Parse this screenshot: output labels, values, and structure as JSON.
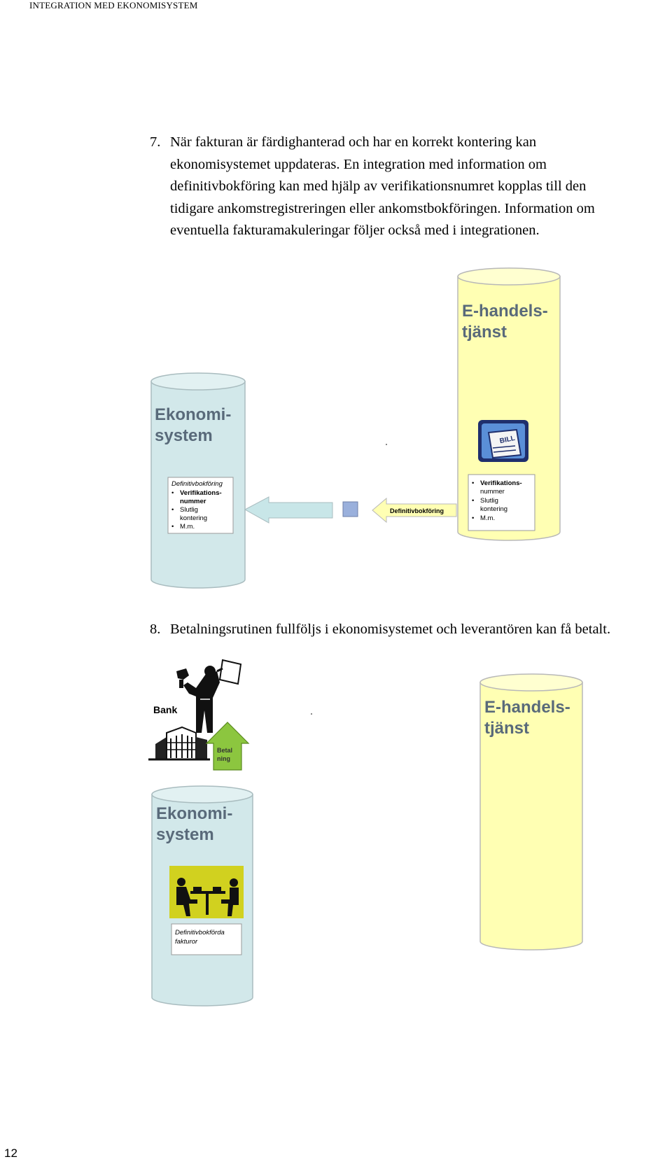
{
  "header": {
    "running_title": "INTEGRATION MED EKONOMISYSTEM"
  },
  "step7": {
    "number": "7.",
    "lines": [
      "När fakturan är färdighanterad och har en korrekt kontering kan",
      "ekonomisystemet uppdateras. En integration med information om",
      "definitivbokföring kan med hjälp av verifikationsnumret kopplas till den",
      "tidigare ankomstregistreringen eller ankomstbokföringen. Information om",
      "eventuella fakturamakuleringar följer också med i integrationen."
    ]
  },
  "diagram1": {
    "ehandel_line1": "E-handels-",
    "ehandel_line2": "tjänst",
    "ekonomi_line1": "Ekonomi-",
    "ekonomi_line2": "system",
    "bill_label": "BILL",
    "left_box": {
      "title": "Definitivbokföring",
      "items": [
        [
          "Verifikations-",
          "nummer"
        ],
        [
          "Slutlig",
          "kontering"
        ],
        [
          "M.m."
        ]
      ]
    },
    "right_box": {
      "items": [
        [
          "Verifikations-",
          "nummer"
        ],
        [
          "Slutlig",
          "kontering"
        ],
        [
          "M.m."
        ]
      ]
    },
    "arrow_label": "Definitivbokföring",
    "colors": {
      "ehandel": "#ffffb3",
      "ekonomi": "#d2e8ea",
      "arrow": "#c8e6e8",
      "square": "#9ab0dc"
    }
  },
  "step8": {
    "number": "8.",
    "text": "Betalningsrutinen fullföljs i ekonomisystemet och leverantören kan få betalt."
  },
  "diagram2": {
    "ehandel_line1": "E-handels-",
    "ehandel_line2": "tjänst",
    "ekonomi_line1": "Ekonomi-",
    "ekonomi_line2": "system",
    "bank_label": "Bank",
    "arrow_line1": "Betal",
    "arrow_line2": "ning",
    "box_line1": "Definitivbokförda",
    "box_line2": "fakturor",
    "colors": {
      "arrow": "#8cc63f",
      "meeting_bg": "#c8c800"
    }
  },
  "footer": {
    "page_number": "12"
  }
}
